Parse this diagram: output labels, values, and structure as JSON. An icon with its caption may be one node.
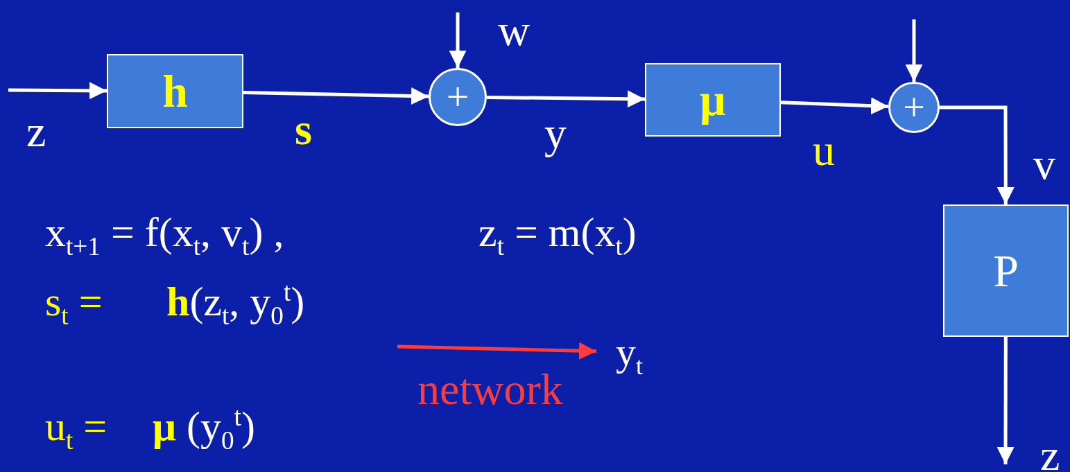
{
  "diagram": {
    "nodes": [
      {
        "text": [
          "h"
        ]
      },
      {
        "text": [
          "+"
        ]
      },
      {
        "text": [
          "μ"
        ]
      },
      {
        "text": [
          "+"
        ]
      },
      {
        "text": [
          "P"
        ]
      },
      {
        "text": [
          "y$_{t}$"
        ]
      }
    ],
    "edges": [
      {
        "from": null,
        "to": 0,
        "arrow": "to",
        "label": "z"
      },
      {
        "from": 0,
        "to": 1,
        "arrow": "to",
        "label": "s"
      },
      {
        "from": null,
        "to": 1,
        "arrow": "to",
        "label": "w"
      },
      {
        "from": 1,
        "to": 2,
        "arrow": "to",
        "label": "y"
      },
      {
        "from": 2,
        "to": 3,
        "arrow": "to",
        "label": "u"
      },
      {
        "from": null,
        "to": 3,
        "arrow": "to"
      },
      {
        "from": 3,
        "to": 4,
        "arrow": "to",
        "label": "v"
      },
      {
        "from": 4,
        "to": null,
        "arrow": "to",
        "label": "z"
      },
      {
        "from": null,
        "to": 5,
        "arrow": "to",
        "label": "network",
        "color": "#ff3b3b"
      }
    ],
    "labels": [
      "x$_{t+1}$ = f(x$_{t}$, v$_{t}$) ,",
      "z$_{t}$ = m(x$_{t}$)",
      "s$_{t}$ =",
      "**h**(z$_{t}$, y$_{0}$$^{t}$)",
      "u$_{t}$ =",
      "**μ** (y$_{0}$$^{t}$)"
    ]
  }
}
